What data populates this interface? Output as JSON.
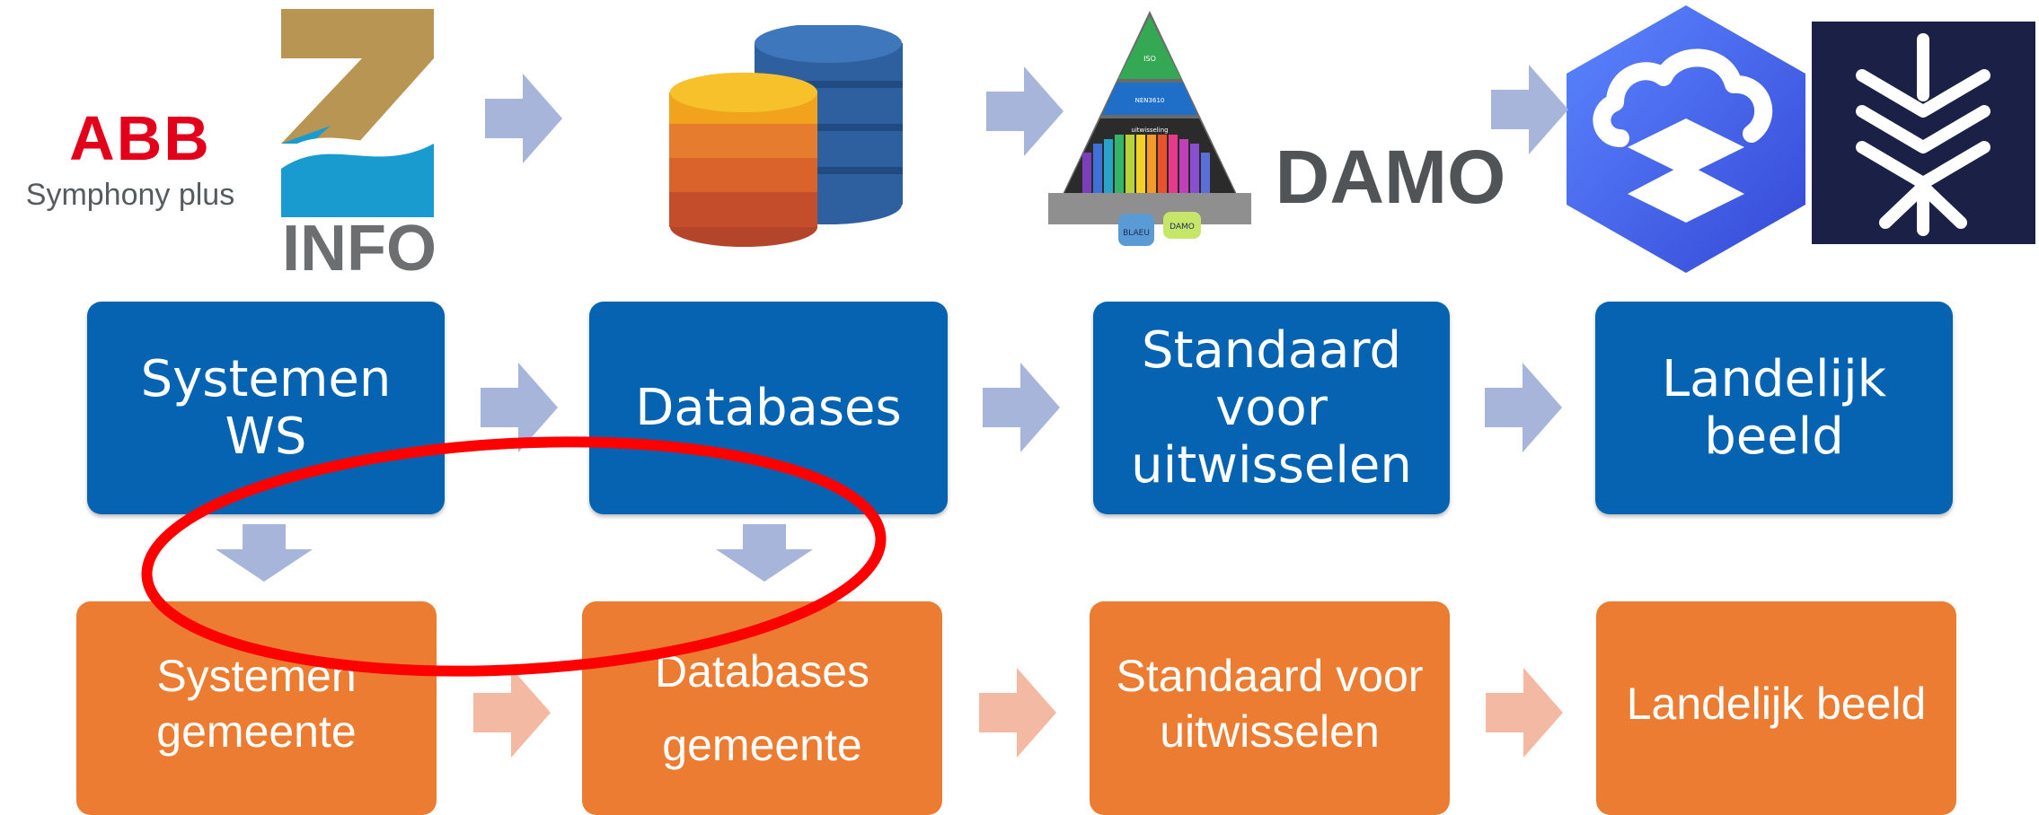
{
  "logos": {
    "abb_mark": "ABB",
    "abb_tagline": "Symphony plus",
    "zinfo_text": "INFO",
    "pyramid_labels": [
      "ISO",
      "NEN3610",
      "uitwisseling",
      "BLAEU",
      "DAMO"
    ],
    "damo_text": "DAMO"
  },
  "flow_top": [
    {
      "label": "Systemen\nWS"
    },
    {
      "label": "Databases"
    },
    {
      "label": "Standaard\nvoor\nuitwisselen"
    },
    {
      "label": "Landelijk\nbeeld"
    }
  ],
  "flow_bottom": [
    {
      "label": "Systemen\ngemeente"
    },
    {
      "label": "Databases\ngemeente"
    },
    {
      "label": "Standaard voor\nuitwisselen"
    },
    {
      "label": "Landelijk beeld"
    }
  ],
  "colors": {
    "top_box": "#0563b1",
    "bottom_box": "#ec7c31",
    "top_arrow": "#a6b5d9",
    "bottom_arrow": "#f4b9a2",
    "highlight_ellipse": "#ff0000"
  }
}
